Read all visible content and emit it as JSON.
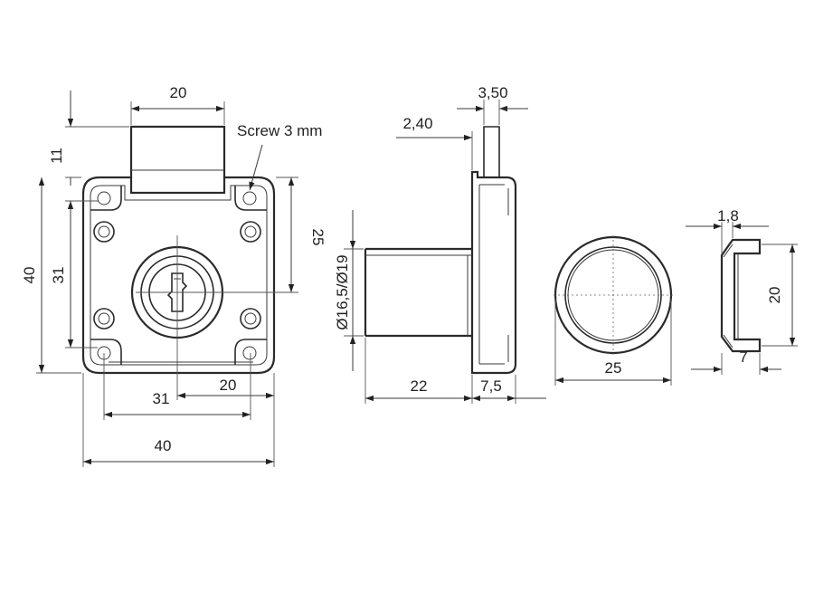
{
  "front_view": {
    "dim_top_width": "20",
    "dim_top_height": "11",
    "dim_total_height": "40",
    "dim_hole_vertical": "31",
    "dim_right_height": "25",
    "dim_hole_horizontal": "31",
    "dim_center_offset": "20",
    "dim_total_width": "40",
    "screw_note": "Screw 3 mm"
  },
  "side_view": {
    "dim_bolt_thickness": "3,50",
    "dim_plate_offset": "2,40",
    "dim_cylinder_diameter": "Ø16,5/Ø19",
    "dim_cylinder_length": "22",
    "dim_plate_depth": "7,5"
  },
  "ring_view": {
    "dim_ring_diameter": "25"
  },
  "collar_view": {
    "dim_collar_flange": "1,8",
    "dim_collar_height": "20",
    "dim_collar_depth": "7"
  }
}
